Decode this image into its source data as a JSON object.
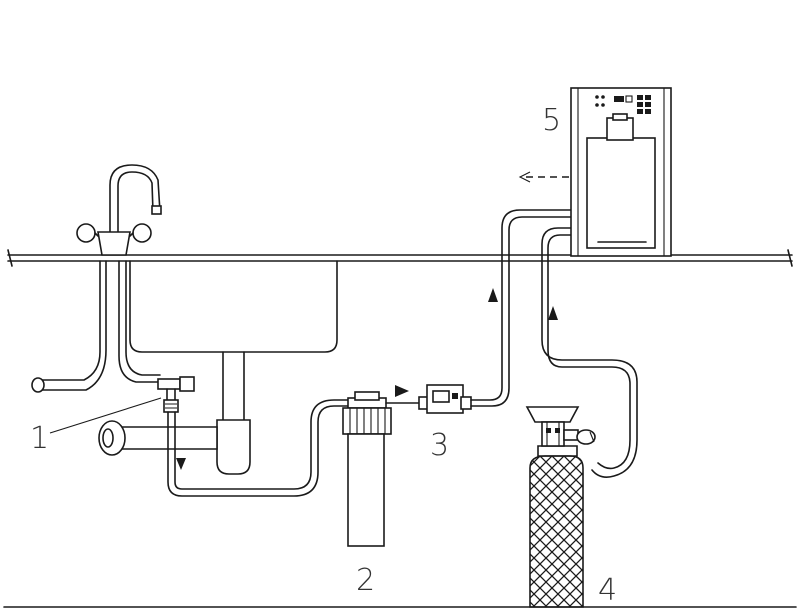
{
  "labels": {
    "faucet_valve": "1",
    "water_filter": "2",
    "flow_meter": "3",
    "co2_cylinder": "4",
    "water_dispenser": "5"
  },
  "colors": {
    "line": "#1a1a1a",
    "label_text": "#333333",
    "background": "#ffffff"
  },
  "flow_arrows": [
    "down",
    "right",
    "up",
    "up"
  ],
  "icons": [
    "faucet-icon",
    "sink-icon",
    "filter-icon",
    "flow-meter-icon",
    "gas-cylinder-icon",
    "dispenser-icon",
    "arrow-icon"
  ]
}
